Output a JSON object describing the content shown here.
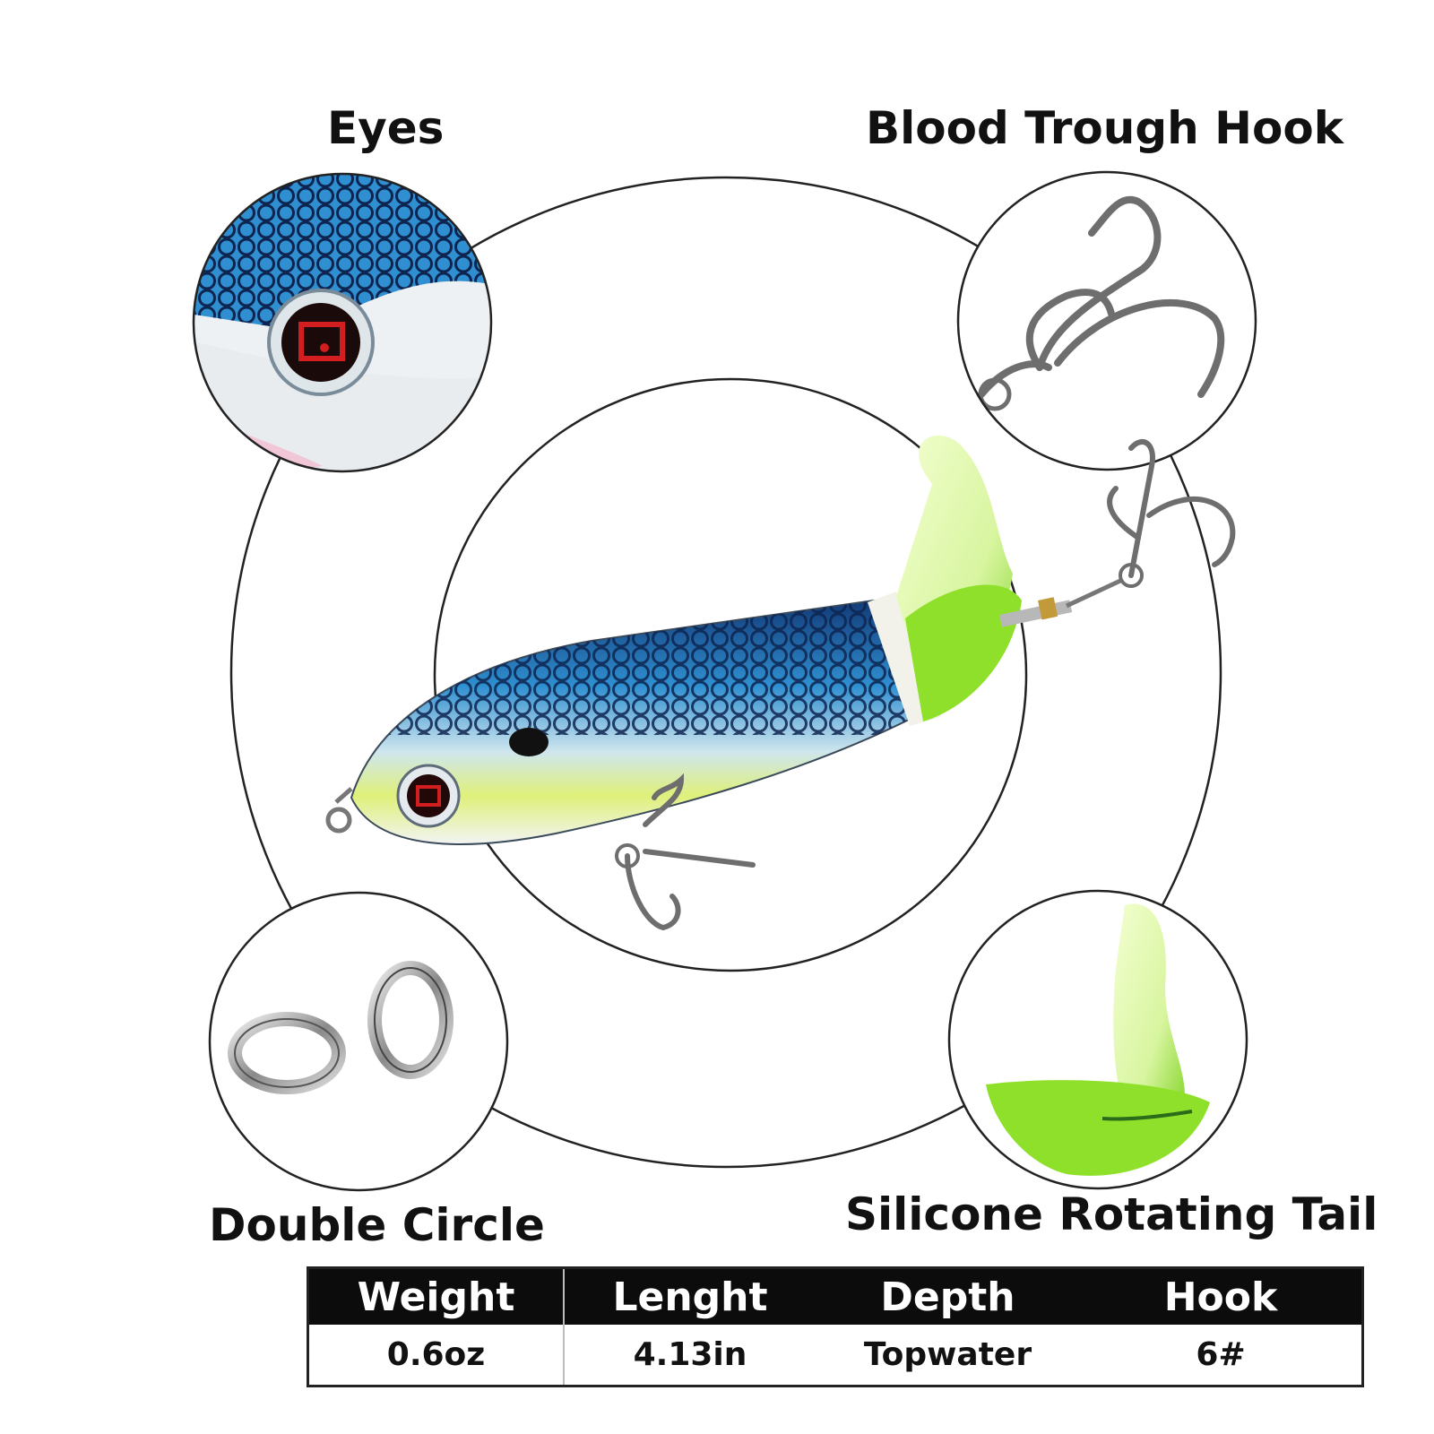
{
  "callouts": {
    "eyes": "Eyes",
    "hook": "Blood Trough Hook",
    "rings": "Double Circle",
    "tail": "Silicone Rotating Tail"
  },
  "specs": {
    "headers": [
      "Weight",
      "Lenght",
      "Depth",
      "Hook"
    ],
    "values": [
      "0.6oz",
      "4.13in",
      "Topwater",
      "6#"
    ]
  },
  "colors": {
    "body_blue": "#2f8fd0",
    "belly_yellow": "#d9ef7a",
    "tail_green": "#7ed321",
    "eye_red": "#c0211a",
    "table_header": "#0c0c0c"
  }
}
